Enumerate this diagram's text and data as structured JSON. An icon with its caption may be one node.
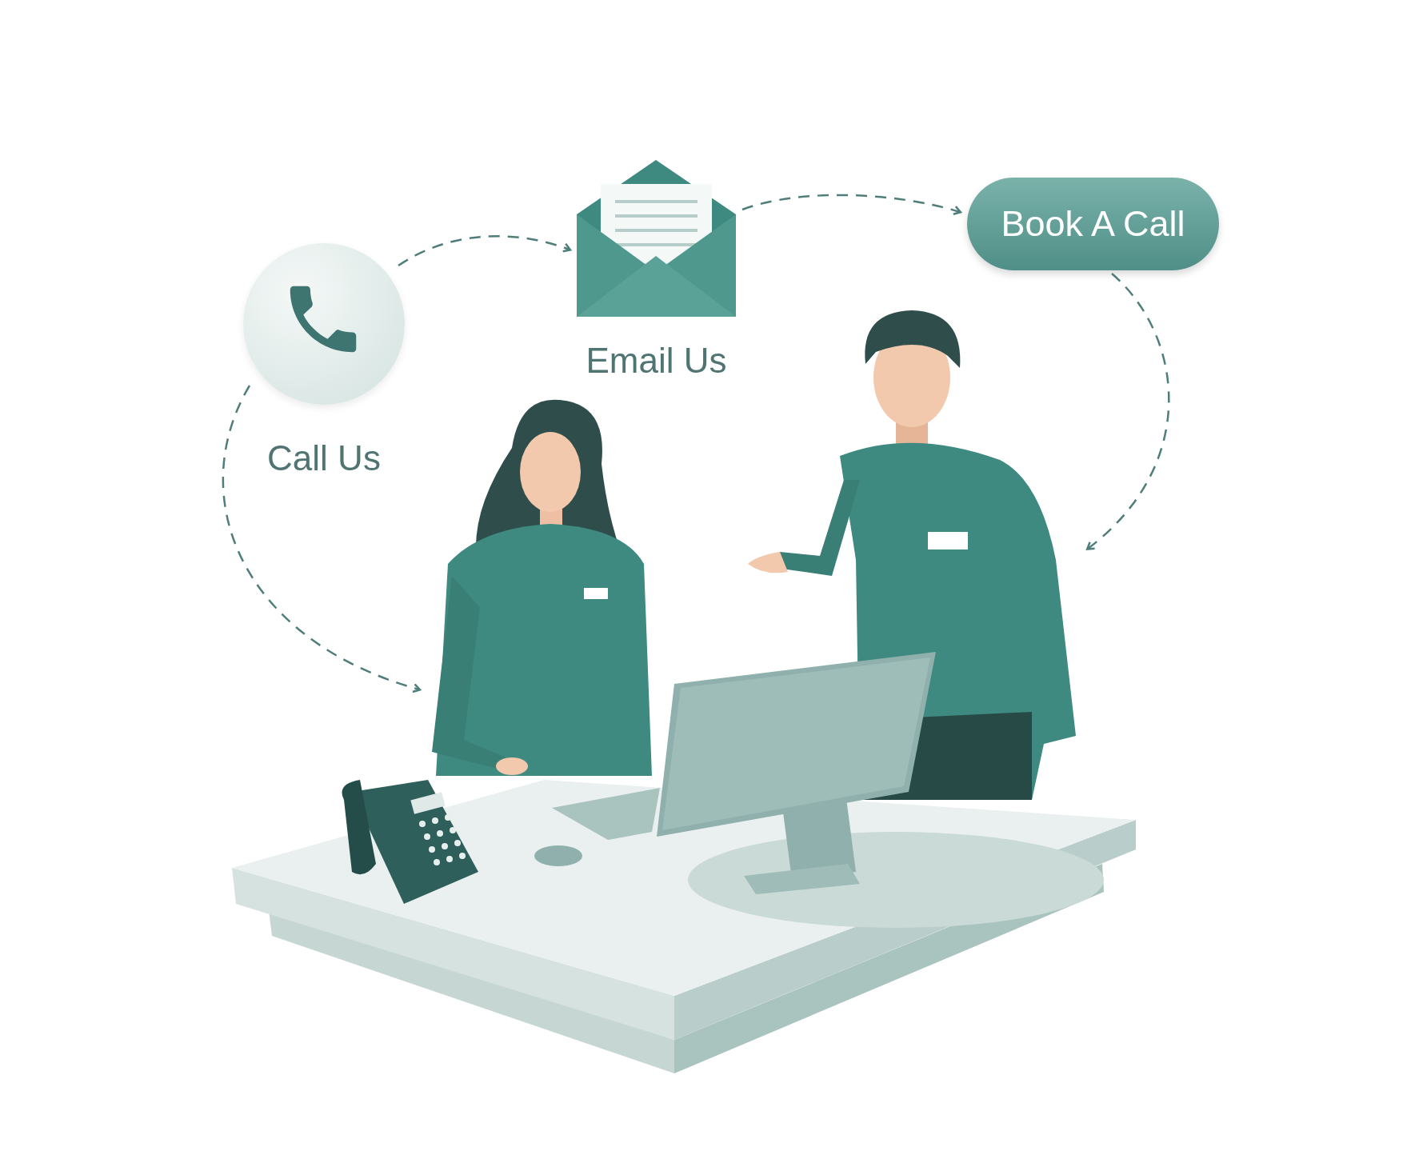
{
  "diagram": {
    "nodes": [
      {
        "text": [
          "Call Us"
        ]
      },
      {
        "text": [
          "Email Us"
        ]
      },
      {
        "text": [
          "Book A Call"
        ]
      },
      {
        "text": [],
        "shape": "person"
      },
      {
        "text": [],
        "shape": "person"
      }
    ],
    "edges": [
      {
        "from": 0,
        "to": 1,
        "arrow": "to",
        "style": "dashed"
      },
      {
        "from": 1,
        "to": 2,
        "arrow": "to",
        "style": "dashed"
      },
      {
        "from": 2,
        "to": 4,
        "arrow": "to",
        "style": "dashed"
      },
      {
        "from": 0,
        "to": 3,
        "arrow": "to",
        "style": "dashed"
      }
    ]
  }
}
